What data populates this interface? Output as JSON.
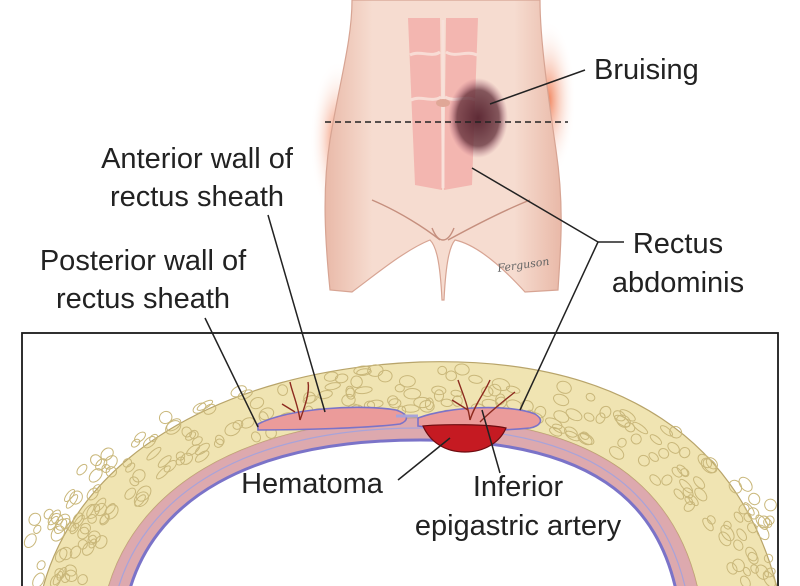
{
  "colors": {
    "skin": "#f3d3c6",
    "skin_shadow": "#e2b1a1",
    "flank_glow": "#ee6a3a",
    "rectus_muscle": "#f2aaa6",
    "bruise": "#5e2a35",
    "fat": "#f0e4b2",
    "fat_lobule_stroke": "#c9b77a",
    "muscle_layer": "#d9a0a5",
    "fascia": "#7b73c8",
    "hematoma": "#c51a22",
    "vessel": "#8d2a1f",
    "leader": "#222222",
    "frame": "#1a1a1a"
  },
  "labels": {
    "bruising": "Bruising",
    "anterior_wall_1": "Anterior wall of",
    "anterior_wall_2": "rectus sheath",
    "posterior_wall_1": "Posterior wall of",
    "posterior_wall_2": "rectus sheath",
    "rectus_1": "Rectus",
    "rectus_2": "abdominis",
    "hematoma": "Hematoma",
    "artery_1": "Inferior",
    "artery_2": "epigastric artery"
  },
  "signature": "Ferguson"
}
